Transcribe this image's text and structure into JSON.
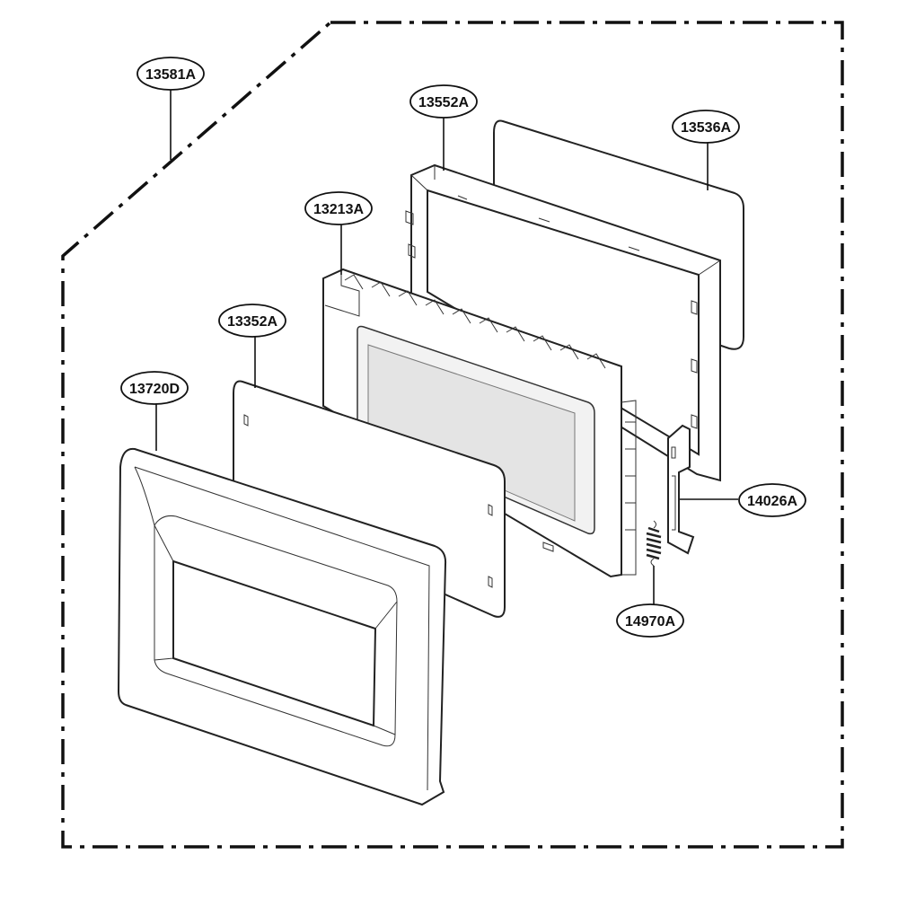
{
  "labels": [
    {
      "id": "13581A",
      "text": "13581A"
    },
    {
      "id": "13552A",
      "text": "13552A"
    },
    {
      "id": "13536A",
      "text": "13536A"
    },
    {
      "id": "13213A",
      "text": "13213A"
    },
    {
      "id": "13352A",
      "text": "13352A"
    },
    {
      "id": "13720D",
      "text": "13720D"
    },
    {
      "id": "14026A",
      "text": "14026A"
    },
    {
      "id": "14970A",
      "text": "14970A"
    }
  ]
}
